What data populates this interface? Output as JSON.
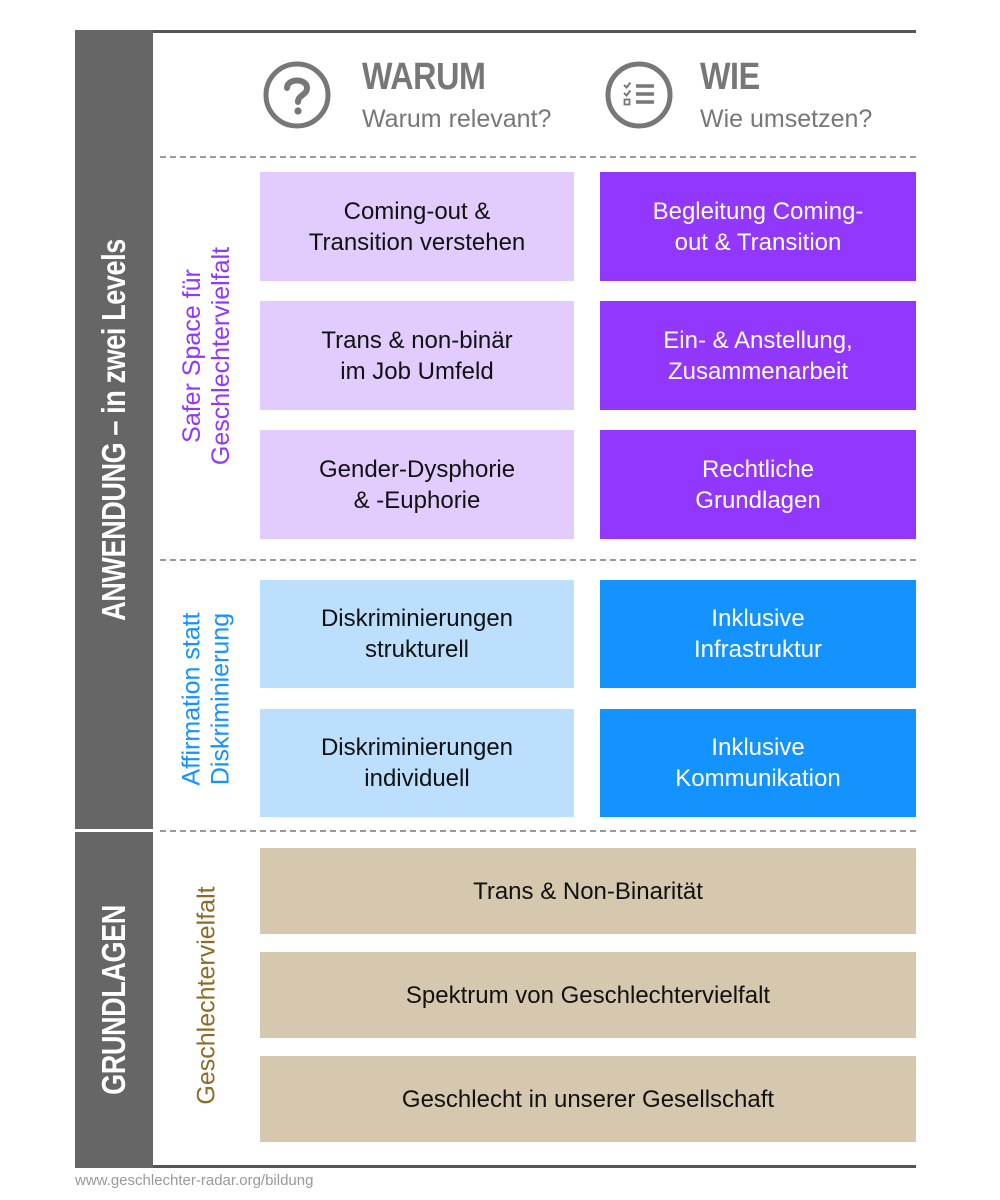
{
  "header": {
    "warum": {
      "icon": "question-circle-icon",
      "title": "WARUM",
      "subtitle": "Warum relevant?"
    },
    "wie": {
      "icon": "checklist-circle-icon",
      "title": "WIE",
      "subtitle": "Wie umsetzen?"
    }
  },
  "sidebar": {
    "anwendung": "ANWENDUNG – in zwei Levels",
    "grundlagen": "GRUNDLAGEN"
  },
  "colors": {
    "sidebar": "#666666",
    "purple_light": "#e1ccfd",
    "purple_dark": "#9137fe",
    "purple_label": "#9137fe",
    "blue_light": "#bcdffd",
    "blue_dark": "#1492fe",
    "blue_label": "#1492fe",
    "beige": "#d6c8ae",
    "brown_label": "#8e6b25"
  },
  "groups": {
    "safer_space": {
      "label_line1": "Safer Space für",
      "label_line2": "Geschlechtervielfalt",
      "rows": [
        {
          "warum": [
            "Coming-out &",
            "Transition verstehen"
          ],
          "wie": [
            "Begleitung Coming-",
            "out & Transition"
          ]
        },
        {
          "warum": [
            "Trans & non-binär",
            "im Job Umfeld"
          ],
          "wie": [
            "Ein- & Anstellung,",
            "Zusammenarbeit"
          ]
        },
        {
          "warum": [
            "Gender-Dysphorie",
            "& -Euphorie"
          ],
          "wie": [
            "Rechtliche",
            "Grundlagen"
          ]
        }
      ]
    },
    "affirmation": {
      "label_line1": "Affirmation statt",
      "label_line2": "Diskriminierung",
      "rows": [
        {
          "warum": [
            "Diskriminierungen",
            "strukturell"
          ],
          "wie": [
            "Inklusive",
            "Infrastruktur"
          ]
        },
        {
          "warum": [
            "Diskriminierungen",
            "individuell"
          ],
          "wie": [
            "Inklusive",
            "Kommunikation"
          ]
        }
      ]
    },
    "grundlagen": {
      "label": "Geschlechtervielfalt",
      "rows": [
        "Trans & Non-Binarität",
        "Spektrum von Geschlechtervielfalt",
        "Geschlecht in unserer Gesellschaft"
      ]
    }
  },
  "footer": {
    "url": "www.geschlechter-radar.org/bildung"
  }
}
